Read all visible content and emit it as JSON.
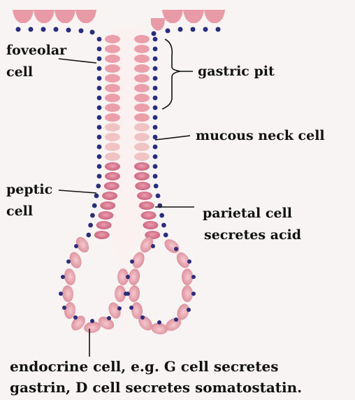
{
  "labels": {
    "foveolar_line1": "foveolar",
    "foveolar_line2": "cell",
    "gastric_pit": "gastric pit",
    "mucous_neck": "mucous neck cell",
    "peptic_line1": "peptic",
    "peptic_line2": "cell",
    "parietal_line1": "parietal cell",
    "parietal_line2": "secretes acid",
    "endocrine_line1": "endocrine cell,  e.g. G cell secretes",
    "endocrine_line2": "gastrin, D cell secretes somatostatin."
  },
  "colors": {
    "background": "#f7f4f3",
    "cell_pink": "#e6a6ae",
    "cell_light": "#f3d8d2",
    "parietal_pink": "#d97f90",
    "nucleus": "#2a2d7c",
    "leader": "#111111"
  }
}
